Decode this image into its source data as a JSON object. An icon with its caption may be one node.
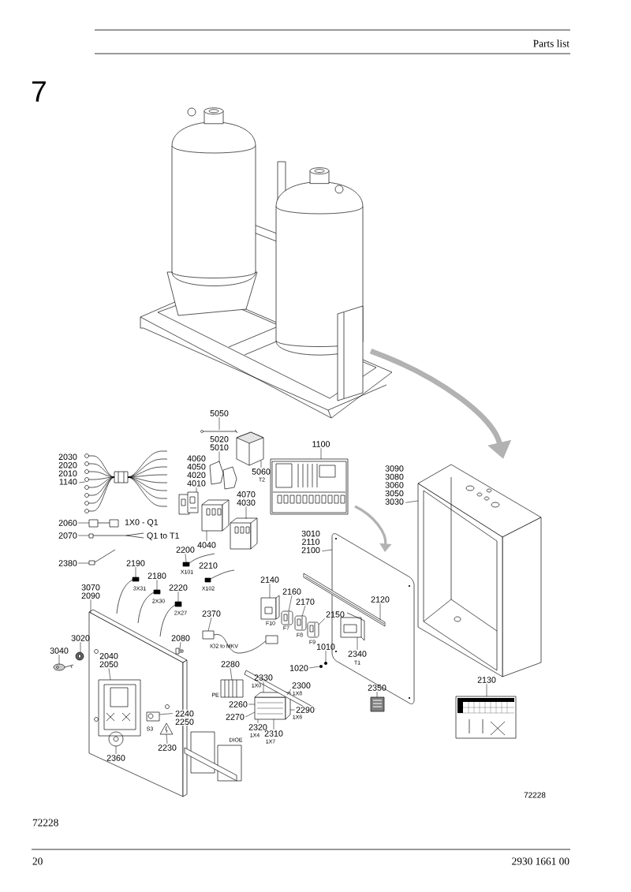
{
  "diagram": {
    "nodes": [
      {
        "text": [
          "5050"
        ]
      },
      {
        "text": [
          "5020",
          "5010"
        ]
      },
      {
        "text": [
          "5060"
        ]
      },
      {
        "text": [
          "1100"
        ]
      },
      {
        "text": [
          "2030",
          "2020",
          "2010",
          "1140"
        ]
      },
      {
        "text": [
          "4060",
          "4050",
          "4020",
          "4010"
        ]
      },
      {
        "text": [
          "4070",
          "4030"
        ]
      },
      {
        "text": [
          "4040"
        ]
      },
      {
        "text": [
          "3090",
          "3080",
          "3060",
          "3050",
          "3030"
        ]
      },
      {
        "text": [
          "2060"
        ]
      },
      {
        "text": [
          "2070"
        ]
      },
      {
        "text": [
          "3010",
          "2110",
          "2100"
        ]
      },
      {
        "text": [
          "2200"
        ]
      },
      {
        "text": [
          "2380"
        ]
      },
      {
        "text": [
          "2190"
        ]
      },
      {
        "text": [
          "2180"
        ]
      },
      {
        "text": [
          "2220"
        ]
      },
      {
        "text": [
          "3070",
          "2090"
        ]
      },
      {
        "text": [
          "2140"
        ]
      },
      {
        "text": [
          "2160"
        ]
      },
      {
        "text": [
          "2170"
        ]
      },
      {
        "text": [
          "2120"
        ],
        "in": 55
      },
      {
        "text": [
          "2150"
        ]
      },
      {
        "text": [
          "2370"
        ]
      },
      {
        "text": [
          "3020"
        ]
      },
      {
        "text": [
          "3040"
        ]
      },
      {
        "text": [
          "2080"
        ]
      },
      {
        "text": [
          "1010"
        ]
      },
      {
        "text": [
          "2040",
          "2050"
        ],
        "in": 61
      },
      {
        "text": [
          "1020"
        ]
      },
      {
        "text": [
          "2340"
        ],
        "in": 55
      },
      {
        "text": [
          "2280"
        ]
      },
      {
        "text": [
          "2330"
        ]
      },
      {
        "text": [
          "2300"
        ]
      },
      {
        "text": [
          "2260"
        ]
      },
      {
        "text": [
          "2290"
        ]
      },
      {
        "text": [
          "2270"
        ]
      },
      {
        "text": [
          "2350"
        ]
      },
      {
        "text": [
          "2320"
        ]
      },
      {
        "text": [
          "2310"
        ]
      },
      {
        "text": [
          "2240",
          "2250"
        ]
      },
      {
        "text": [
          "2230"
        ],
        "in": 61
      },
      {
        "text": [
          "2360"
        ],
        "in": 61
      },
      {
        "text": [
          "2130"
        ]
      },
      {
        "text": [],
        "shape": "picture"
      },
      {
        "text": [],
        "shape": "picture"
      },
      {
        "text": [],
        "shape": "picture"
      },
      {
        "text": [],
        "shape": "picture"
      },
      {
        "text": [],
        "shape": "picture"
      },
      {
        "text": [],
        "shape": "picture"
      },
      {
        "text": [],
        "shape": "picture"
      },
      {
        "text": [],
        "shape": "picture"
      },
      {
        "text": [],
        "shape": "picture"
      },
      {
        "text": [],
        "shape": "picture",
        "beside": [
          "1X0 - Q1"
        ]
      },
      {
        "text": [],
        "shape": "picture",
        "beside": [
          "Q1 to T1"
        ]
      },
      {
        "text": [],
        "shape": "picture"
      },
      {
        "text": [],
        "shape": "picture",
        "beside": [
          "X101"
        ]
      },
      {
        "text": [],
        "shape": "picture"
      },
      {
        "text": [],
        "shape": "picture",
        "beside": [
          "3X31"
        ]
      },
      {
        "text": [],
        "shape": "picture"
      },
      {
        "text": [],
        "shape": "picture"
      },
      {
        "text": [],
        "shape": "picture"
      },
      {
        "text": [],
        "shape": "picture",
        "beside": [
          "F10"
        ]
      },
      {
        "text": [],
        "shape": "picture",
        "beside": [
          "F7"
        ]
      },
      {
        "text": [],
        "shape": "picture",
        "beside": [
          "F8"
        ]
      },
      {
        "text": [],
        "shape": "picture"
      },
      {
        "text": [],
        "shape": "picture",
        "beside": [
          "F9"
        ]
      },
      {
        "text": [],
        "shape": "picture"
      },
      {
        "text": [],
        "shape": "picture"
      },
      {
        "text": [],
        "shape": "picture"
      },
      {
        "text": [],
        "shape": "picture"
      },
      {
        "text": [],
        "shape": "picture"
      },
      {
        "text": [],
        "shape": "picture"
      },
      {
        "text": [],
        "shape": "picture",
        "in": 61
      },
      {
        "text": [],
        "shape": "picture",
        "in": 55
      },
      {
        "text": [],
        "shape": "picture",
        "beside": [
          "PE"
        ]
      },
      {
        "text": [],
        "shape": "picture",
        "beside": [
          "1X0",
          "1X8",
          "1X6"
        ]
      },
      {
        "text": [],
        "shape": "picture"
      },
      {
        "text": [],
        "shape": "picture",
        "in": 61,
        "beside": [
          "S3"
        ]
      },
      {
        "text": [],
        "shape": "picture",
        "in": 61
      },
      {
        "text": [],
        "shape": "picture",
        "in": 61
      },
      {
        "text": [],
        "shape": "picture"
      }
    ],
    "edges": [
      {
        "from": 0,
        "to": 44,
        "arrow": "none"
      },
      {
        "from": 1,
        "to": 45,
        "arrow": "none"
      },
      {
        "from": 2,
        "to": 46,
        "arrow": "none"
      },
      {
        "from": 3,
        "to": 47,
        "arrow": "none"
      },
      {
        "from": 4,
        "to": 48,
        "arrow": "none"
      },
      {
        "from": 5,
        "to": 49,
        "arrow": "none"
      },
      {
        "from": 6,
        "to": 50,
        "arrow": "none"
      },
      {
        "from": 7,
        "to": 51,
        "arrow": "none"
      },
      {
        "from": 8,
        "to": 52,
        "arrow": "none"
      },
      {
        "from": 9,
        "to": 53,
        "arrow": "none"
      },
      {
        "from": 10,
        "to": 54,
        "arrow": "none"
      },
      {
        "from": 11,
        "to": 55,
        "arrow": "none"
      },
      {
        "from": 12,
        "to": 56,
        "arrow": "none"
      },
      {
        "from": 13,
        "to": 57,
        "arrow": "none"
      },
      {
        "from": 14,
        "to": 58,
        "arrow": "none"
      },
      {
        "from": 15,
        "to": 59,
        "arrow": "none"
      },
      {
        "from": 16,
        "to": 60,
        "arrow": "none"
      },
      {
        "from": 17,
        "to": 61,
        "arrow": "none"
      },
      {
        "from": 18,
        "to": 62,
        "arrow": "none"
      },
      {
        "from": 19,
        "to": 63,
        "arrow": "none"
      },
      {
        "from": 20,
        "to": 64,
        "arrow": "none"
      },
      {
        "from": 21,
        "to": 65,
        "arrow": "none"
      },
      {
        "from": 22,
        "to": 66,
        "arrow": "none"
      },
      {
        "from": 23,
        "to": 67,
        "arrow": "none"
      },
      {
        "from": 24,
        "to": 68,
        "arrow": "none"
      },
      {
        "from": 25,
        "to": 69,
        "arrow": "none"
      },
      {
        "from": 26,
        "to": 70,
        "arrow": "none"
      },
      {
        "from": 27,
        "to": 71,
        "arrow": "none"
      },
      {
        "from": 28,
        "to": 73,
        "arrow": "none"
      },
      {
        "from": 29,
        "to": 72,
        "arrow": "none"
      },
      {
        "from": 30,
        "to": 74,
        "arrow": "none"
      },
      {
        "from": 31,
        "to": 75,
        "arrow": "none"
      },
      {
        "from": 32,
        "to": 76,
        "arrow": "none"
      },
      {
        "from": 33,
        "to": 76,
        "arrow": "none"
      },
      {
        "from": 34,
        "to": 76,
        "arrow": "none"
      },
      {
        "from": 35,
        "to": 76,
        "arrow": "none"
      },
      {
        "from": 36,
        "to": 76,
        "arrow": "none"
      },
      {
        "from": 37,
        "to": 77,
        "arrow": "none"
      },
      {
        "from": 38,
        "to": 76,
        "arrow": "none"
      },
      {
        "from": 39,
        "to": 76,
        "arrow": "none"
      },
      {
        "from": 40,
        "to": 78,
        "arrow": "none"
      },
      {
        "from": 41,
        "to": 79,
        "arrow": "none"
      },
      {
        "from": 42,
        "to": 80,
        "arrow": "none"
      },
      {
        "from": 43,
        "to": 81,
        "arrow": "none"
      }
    ],
    "labels": [
      "Parts list",
      "7",
      "T2",
      "2210",
      "X102",
      "2X30",
      "2X27",
      "IO2 to MKV",
      "T1",
      "1X4",
      "DIOE",
      "1X7",
      "72228",
      "72228",
      "20",
      "2930 1661 00"
    ]
  }
}
